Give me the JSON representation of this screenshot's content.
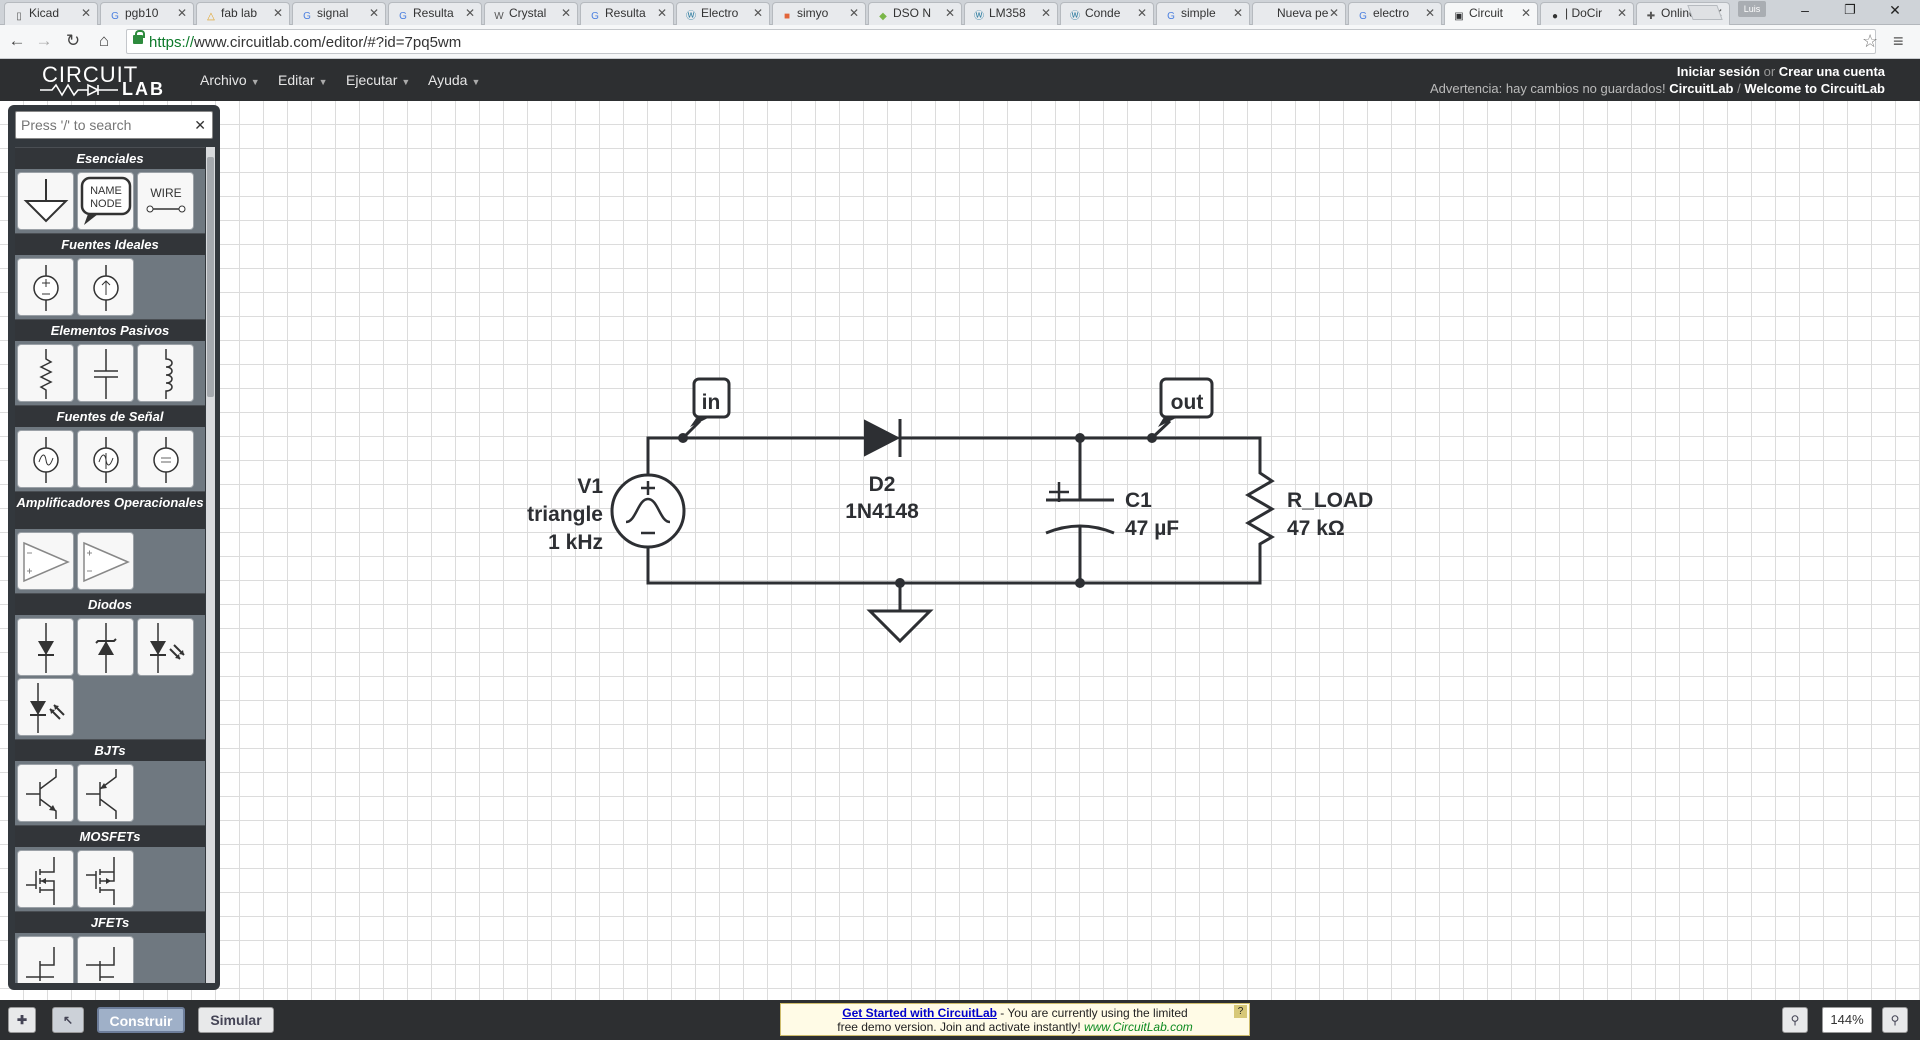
{
  "browser": {
    "tabs": [
      {
        "label": "Kicad",
        "fav": "doc-icon",
        "active": false
      },
      {
        "label": "pgb10",
        "fav": "google-icon",
        "active": false
      },
      {
        "label": "fab lab",
        "fav": "drive-icon",
        "active": false
      },
      {
        "label": "signal",
        "fav": "google-icon",
        "active": false
      },
      {
        "label": "Resulta",
        "fav": "google-icon",
        "active": false
      },
      {
        "label": "Crystal",
        "fav": "wikipedia-icon",
        "active": false
      },
      {
        "label": "Resulta",
        "fav": "google-icon",
        "active": false
      },
      {
        "label": "Electro",
        "fav": "wordpress-icon",
        "active": false
      },
      {
        "label": "simyo",
        "fav": "simyo-icon",
        "active": false
      },
      {
        "label": "DSO N",
        "fav": "site-icon",
        "active": false
      },
      {
        "label": "LM358",
        "fav": "wordpress-icon",
        "active": false
      },
      {
        "label": "Conde",
        "fav": "wordpress-icon",
        "active": false
      },
      {
        "label": "simple",
        "fav": "google-icon",
        "active": false
      },
      {
        "label": "Nueva pe",
        "fav": "none",
        "active": false
      },
      {
        "label": "electro",
        "fav": "google-icon",
        "active": false
      },
      {
        "label": "Circuit",
        "fav": "circuitlab-icon",
        "active": true
      },
      {
        "label": "| DoCir",
        "fav": "github-icon",
        "active": false
      },
      {
        "label": "Online",
        "fav": "pin-icon",
        "active": false
      }
    ],
    "user_chip": "Luis",
    "url_scheme": "https://",
    "url_rest": "www.circuitlab.com/editor/#?id=7pq5wm"
  },
  "app": {
    "logo_top": "CIRCUIT",
    "logo_bottom": "LAB",
    "menus": [
      "Archivo",
      "Editar",
      "Ejecutar",
      "Ayuda"
    ],
    "signin": "Iniciar sesión",
    "or": "or",
    "create": "Crear una cuenta",
    "warning": "Advertencia: hay cambios no guardados!",
    "crumb1": "CircuitLab",
    "crumb_sep": "/",
    "crumb2": "Welcome to CircuitLab"
  },
  "palette": {
    "search_placeholder": "Press '/' to search",
    "categories": [
      {
        "name": "Esenciales",
        "items": [
          "ground",
          "name-node",
          "wire"
        ]
      },
      {
        "name": "Fuentes Ideales",
        "items": [
          "voltage-source",
          "current-source"
        ]
      },
      {
        "name": "Elementos Pasivos",
        "items": [
          "resistor",
          "capacitor",
          "inductor"
        ]
      },
      {
        "name": "Fuentes de Señal",
        "items": [
          "ac-voltage",
          "ac-current",
          "csv-source"
        ]
      },
      {
        "name": "Amplificadores Operacionales",
        "items": [
          "opamp",
          "opamp-2"
        ]
      },
      {
        "name": "Diodos",
        "items": [
          "diode",
          "zener-diode",
          "led",
          "photodiode"
        ]
      },
      {
        "name": "BJTs",
        "items": [
          "npn",
          "pnp"
        ]
      },
      {
        "name": "MOSFETs",
        "items": [
          "nmos",
          "pmos"
        ]
      },
      {
        "name": "JFETs",
        "items": [
          "njfet",
          "pjfet"
        ]
      }
    ],
    "name_node_text": [
      "NAME",
      "NODE"
    ],
    "wire_text": "WIRE"
  },
  "schematic": {
    "v1_name": "V1",
    "v1_type": "triangle",
    "v1_freq": "1 kHz",
    "d2_name": "D2",
    "d2_part": "1N4148",
    "c1_name": "C1",
    "c1_value": "47 µF",
    "r_name": "R_LOAD",
    "r_value": "47 kΩ",
    "node_in": "in",
    "node_out": "out"
  },
  "bottom": {
    "build": "Construir",
    "simulate": "Simular",
    "demo_link": "Get Started with CircuitLab",
    "demo_text1": " - You are currently using the limited",
    "demo_text2": "free demo version. Join and activate instantly!",
    "demo_site": "www.CircuitLab.com",
    "demo_q": "?",
    "zoom": "144%"
  }
}
